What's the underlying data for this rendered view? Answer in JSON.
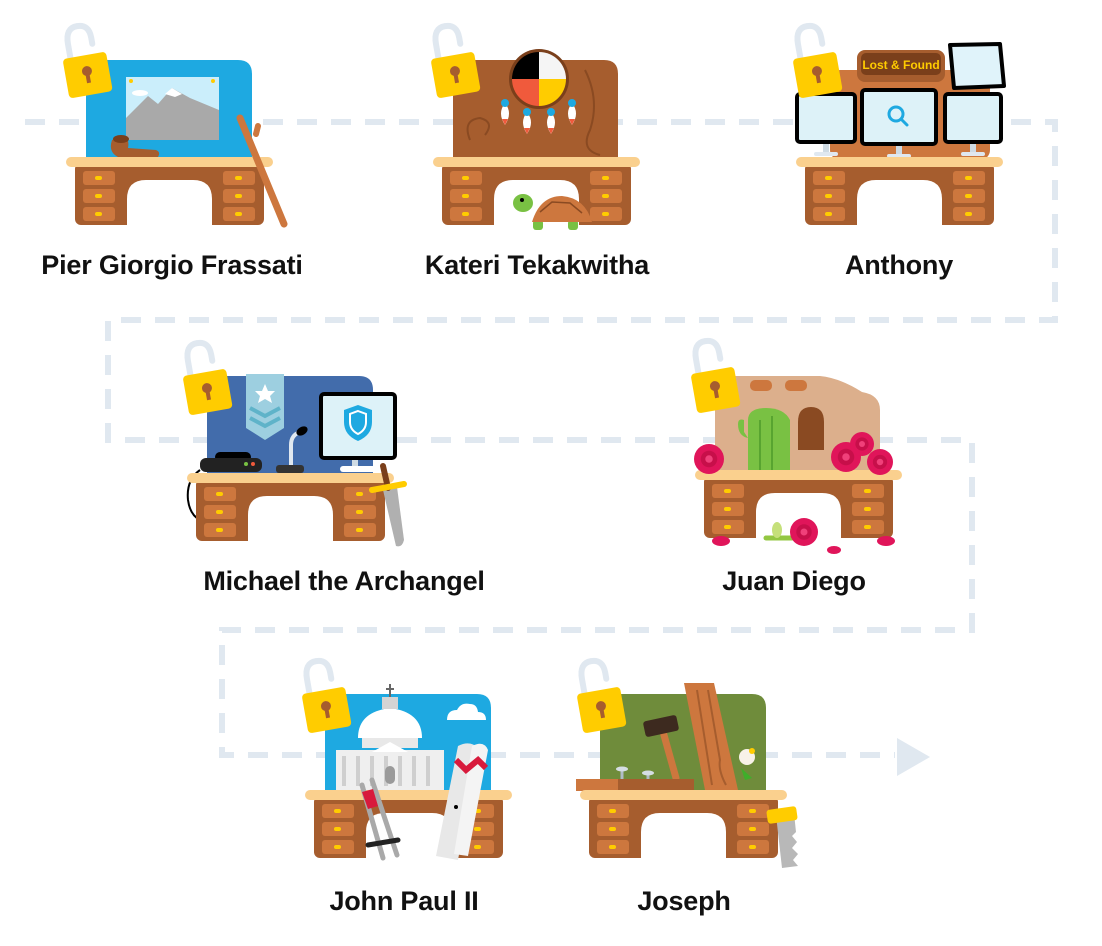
{
  "colors": {
    "path": "#e0e8f0",
    "desk_top": "#fad08e",
    "desk_body": "#a65d2e",
    "drawer": "#cd773e",
    "handle": "#ffcc00",
    "lock_body": "#ffcc00",
    "lock_shackle": "#e0e8f0",
    "keyhole": "#a65d2e",
    "label": "#111111"
  },
  "path_arrow": "arrow-right-icon",
  "stations": [
    {
      "name": "Pier Giorgio Frassati",
      "theme": "mountains",
      "board_color": "#1ea9e1",
      "locked": false,
      "icon": "mountain-picture-icon"
    },
    {
      "name": "Kateri Tekakwitha",
      "theme": "medicine-wheel",
      "board_color": "#a65d2e",
      "locked": false,
      "icon": "medicine-wheel-icon"
    },
    {
      "name": "Anthony",
      "theme": "lost-and-found",
      "board_color": "#cd773e",
      "locked": false,
      "icon": "monitors-icon",
      "sign_text": "Lost & Found"
    },
    {
      "name": "Michael the Archangel",
      "theme": "security",
      "board_color": "#426cab",
      "locked": false,
      "icon": "shield-icon"
    },
    {
      "name": "Juan Diego",
      "theme": "roses",
      "board_color": "#dcaf8c",
      "locked": false,
      "icon": "cactus-roses-icon"
    },
    {
      "name": "John Paul II",
      "theme": "vatican-ski",
      "board_color": "#1ea9e1",
      "locked": false,
      "icon": "basilica-icon"
    },
    {
      "name": "Joseph",
      "theme": "carpentry",
      "board_color": "#6f8c3b",
      "locked": false,
      "icon": "hammer-wood-icon"
    }
  ]
}
